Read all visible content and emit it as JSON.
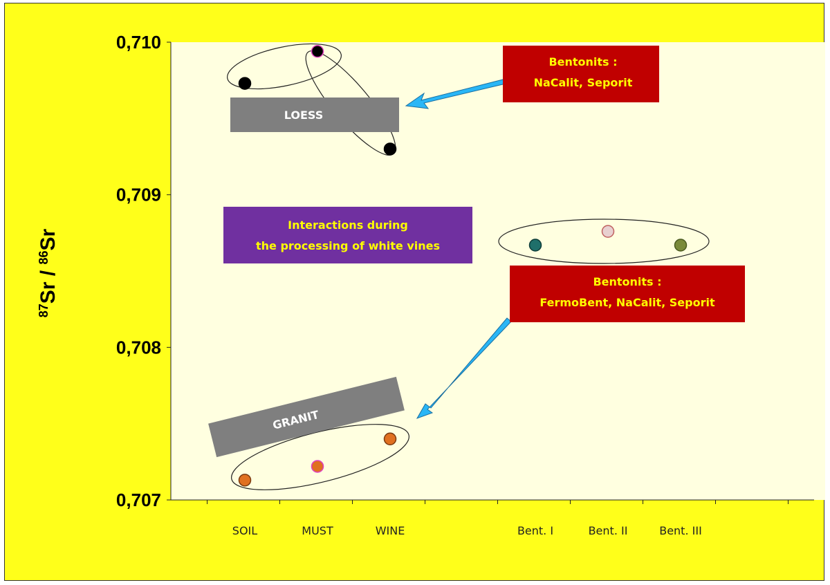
{
  "chart_data": {
    "type": "scatter",
    "ylabel": {
      "mass1": "87",
      "el1": "Sr / ",
      "mass2": "86",
      "el2": "Sr"
    },
    "categories": [
      "SOIL",
      "MUST",
      "WINE",
      "",
      "Bent. I",
      "Bent. II",
      "Bent. III"
    ],
    "ylim": [
      0.707,
      0.71
    ],
    "yticks": [
      {
        "value": 0.707,
        "label": "0,707"
      },
      {
        "value": 0.708,
        "label": "0,708"
      },
      {
        "value": 0.709,
        "label": "0,709"
      },
      {
        "value": 0.71,
        "label": "0,710"
      }
    ],
    "grid": false,
    "series": [
      {
        "group": "LOESS",
        "points": [
          {
            "x": "SOIL",
            "y": 0.70973,
            "color": "#000000",
            "stroke": "#000000"
          },
          {
            "x": "MUST",
            "y": 0.70994,
            "color": "#000000",
            "stroke": "#e040c0"
          },
          {
            "x": "WINE",
            "y": 0.7093,
            "color": "#000000",
            "stroke": "#000000"
          }
        ]
      },
      {
        "group": "GRANIT",
        "points": [
          {
            "x": "SOIL",
            "y": 0.70713,
            "color": "#e07020",
            "stroke": "#7a3a10"
          },
          {
            "x": "MUST",
            "y": 0.70722,
            "color": "#e07020",
            "stroke": "#e040c0"
          },
          {
            "x": "WINE",
            "y": 0.7074,
            "color": "#e07020",
            "stroke": "#7a3a10"
          }
        ]
      },
      {
        "group": "Bentonits",
        "points": [
          {
            "x": "Bent. I",
            "y": 0.70867,
            "color": "#1f6f6a",
            "stroke": "#0e3b38"
          },
          {
            "x": "Bent. II",
            "y": 0.70876,
            "color": "#e8d0d0",
            "stroke": "#c06060"
          },
          {
            "x": "Bent. III",
            "y": 0.70867,
            "color": "#7a8a3a",
            "stroke": "#4a5a20"
          }
        ]
      }
    ],
    "annotations": {
      "loess_label": "LOESS",
      "granit_label": "GRANIT",
      "interactions_line1": "Interactions during",
      "interactions_line2": "the processing of white vines",
      "bentonits1_line1": "Bentonits :",
      "bentonits1_line2": "NaCalit, Seporit",
      "bentonits2_line1": "Bentonits :",
      "bentonits2_line2": "FermoBent, NaCalit, Seporit"
    }
  },
  "colors": {
    "frame": "#ffff1a",
    "plot_area": "#ffffe0",
    "label_gray": "#808080",
    "label_purple": "#7030a0",
    "label_red": "#c00000",
    "label_yellow_text": "#ffff00",
    "arrow": "#29b6f6"
  }
}
